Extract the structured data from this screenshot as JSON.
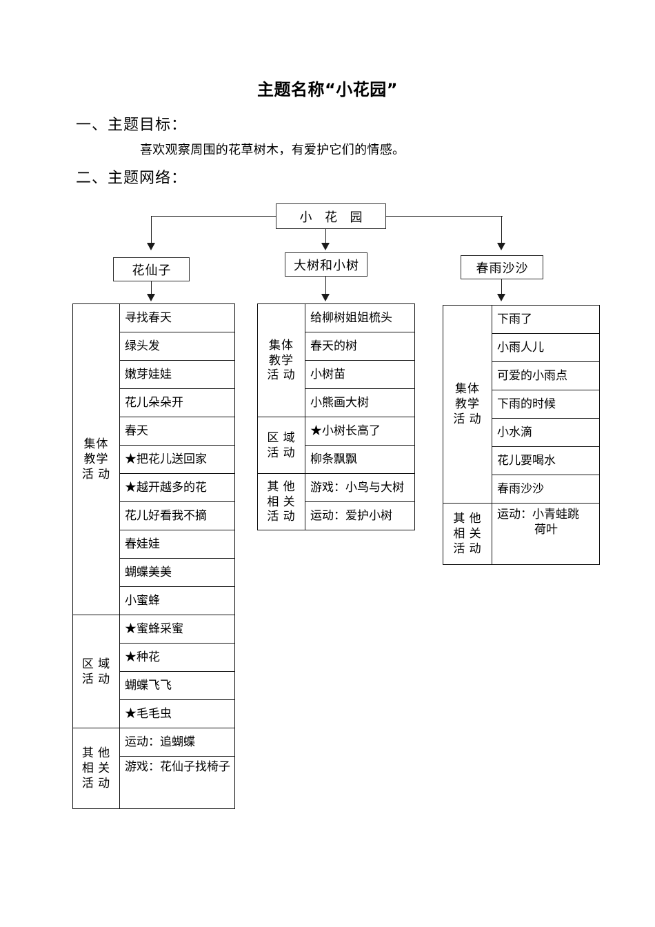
{
  "document": {
    "title": "主题名称“小花园”",
    "sections": [
      {
        "heading": "一、主题目标：",
        "body": "喜欢观察周围的花草树木，有爱护它们的情感。"
      },
      {
        "heading": "二、主题网络：",
        "body": ""
      }
    ]
  },
  "diagram": {
    "root": {
      "label": "小 花 园"
    },
    "children": [
      {
        "label": "花仙子"
      },
      {
        "label": "大树和小树"
      },
      {
        "label": "春雨沙沙"
      }
    ]
  },
  "tables": [
    {
      "name": "flower-fairy-table",
      "groups": [
        {
          "label_lines": [
            "集体",
            "教学",
            "活 动"
          ],
          "items": [
            "寻找春天",
            "绿头发",
            "嫩芽娃娃",
            "花儿朵朵开",
            "春天",
            "★把花儿送回家",
            "★越开越多的花",
            "花儿好看我不摘",
            "春娃娃",
            "蝴蝶美美",
            "小蜜蜂"
          ]
        },
        {
          "label_lines": [
            "区 域",
            "活 动"
          ],
          "items": [
            "★蜜蜂采蜜",
            "★种花",
            "蝴蝶飞飞",
            "★毛毛虫"
          ]
        },
        {
          "label_lines": [
            "其 他",
            "相 关",
            "活 动"
          ],
          "items": [
            "运动：追蝴蝶",
            "游戏：花仙子找椅子"
          ]
        }
      ]
    },
    {
      "name": "big-tree-small-tree-table",
      "groups": [
        {
          "label_lines": [
            "集体",
            "教学",
            "活 动"
          ],
          "items": [
            "给柳树姐姐梳头",
            "春天的树",
            "小树苗",
            "小熊画大树"
          ]
        },
        {
          "label_lines": [
            "区 域",
            "活 动"
          ],
          "items": [
            "★小树长高了",
            "柳条飘飘"
          ]
        },
        {
          "label_lines": [
            "其 他",
            "相 关",
            "活 动"
          ],
          "items": [
            "游戏：小鸟与大树",
            "运动：爱护小树"
          ]
        }
      ]
    },
    {
      "name": "spring-rain-table",
      "groups": [
        {
          "label_lines": [
            "集体",
            "教学",
            "活 动"
          ],
          "items": [
            "下雨了",
            "小雨人儿",
            "可爱的小雨点",
            "下雨的时候",
            "小水滴",
            "花儿要喝水",
            "春雨沙沙"
          ]
        },
        {
          "label_lines": [
            "其 他",
            "相 关",
            "活 动"
          ],
          "items": [
            "运动：小青蛙跳荷叶"
          ]
        }
      ]
    }
  ]
}
